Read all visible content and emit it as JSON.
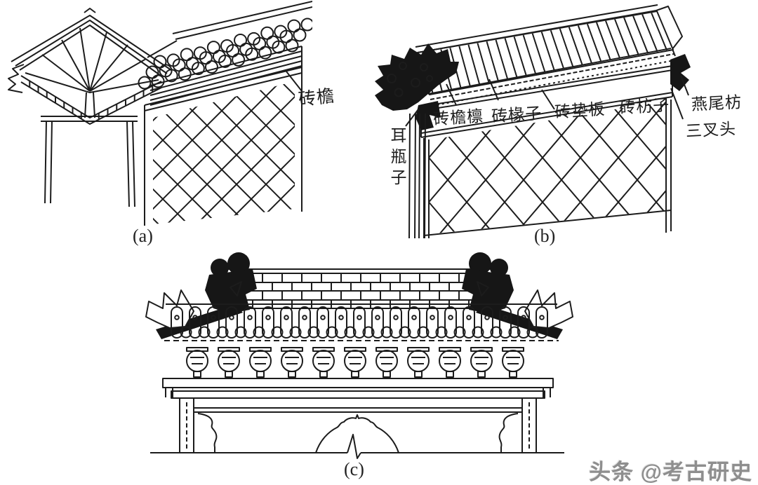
{
  "canvas": {
    "background": "#ffffff",
    "ink": "#1c1c1c"
  },
  "figure_a": {
    "caption": "(a)",
    "labels": {
      "brick_eave": "砖檐"
    }
  },
  "figure_b": {
    "caption": "(b)",
    "labels": {
      "purlin": "砖檐檩",
      "rafter": "砖椽子",
      "pad_board": "砖垫板",
      "fang": "砖枋子",
      "ear_vase": "耳瓶子",
      "dovetail_fang": "燕尾枋",
      "trident_head": "三叉头"
    }
  },
  "figure_c": {
    "caption": "(c)"
  },
  "watermark": {
    "text": "头条 @考古研史",
    "color": "#8e8e8e"
  }
}
